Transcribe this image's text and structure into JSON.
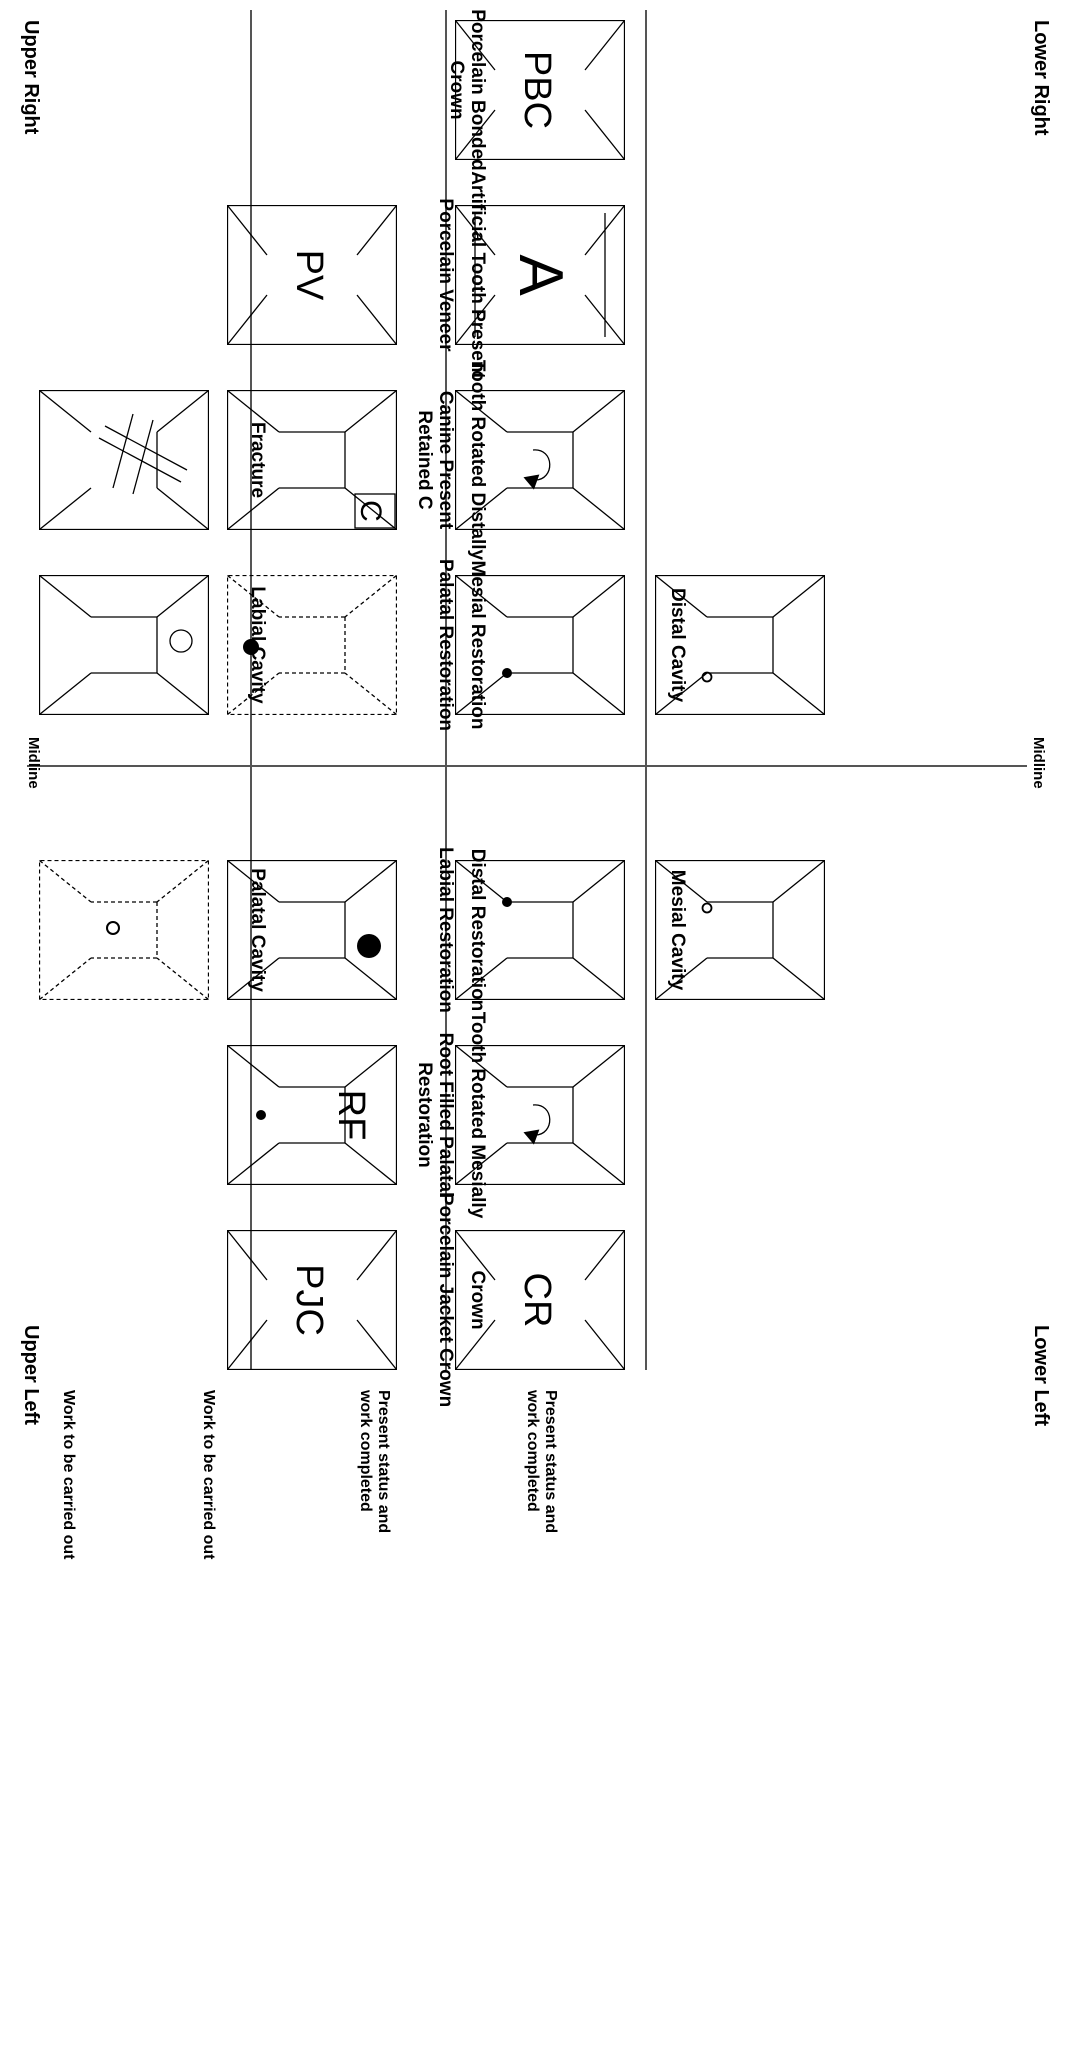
{
  "corners": {
    "upper_right": "Upper Right",
    "upper_left": "Upper Left",
    "lower_right": "Lower Right",
    "lower_left": "Lower Left"
  },
  "midline": {
    "top": "Midline",
    "bottom": "Midline"
  },
  "row_labels": {
    "row1": "Work to be carried out",
    "row2": "Present status and work completed",
    "row3": "Present status and work completed",
    "row4": "Work to be carried out"
  },
  "teeth": {
    "fracture": {
      "label": "Fracture",
      "symbol": "#"
    },
    "labial_cavity": {
      "label": "Labial Cavity"
    },
    "palatal_cavity": {
      "label": "Palatal Cavity"
    },
    "porcelain_veneer": {
      "label": "Porcelain Veneer",
      "symbol": "PV"
    },
    "canine_present": {
      "label": "Canine Present Retained C",
      "symbol": "C"
    },
    "palatal_restoration": {
      "label": "Palatal Restoration"
    },
    "labial_restoration": {
      "label": "Labial Restoration"
    },
    "root_filled": {
      "label": "Root Filled Palatal Restoration",
      "symbol": "RF"
    },
    "porcelain_jacket_crown": {
      "label": "Porcelain Jacket Crown",
      "symbol": "PJC"
    },
    "porcelain_bonded_crown": {
      "label": "Porcelain Bonded Crown",
      "symbol": "PBC"
    },
    "artificial_tooth": {
      "label": "Artificial Tooth Present",
      "symbol": "A"
    },
    "tooth_rotated_distally": {
      "label": "Tooth Rotated Distally"
    },
    "mesial_restoration": {
      "label": "Mesial Restoration"
    },
    "distal_restoration": {
      "label": "Distal Restoration"
    },
    "tooth_rotated_mesially": {
      "label": "Tooth Rotated Mesially"
    },
    "crown": {
      "label": "Crown",
      "symbol": "CR"
    },
    "distal_cavity": {
      "label": "Distal Cavity"
    },
    "mesial_cavity": {
      "label": "Mesial Cavity"
    }
  }
}
